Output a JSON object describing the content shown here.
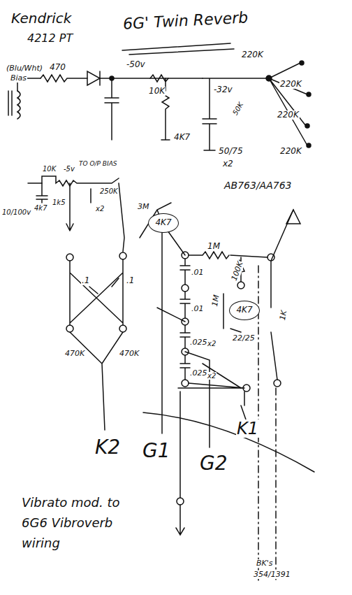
{
  "diagram": {
    "title": "6G' Twin Reverb",
    "nodes": [
      {
        "text": [
          "4K7"
        ]
      },
      {
        "text": [
          "4K7"
        ]
      }
    ],
    "labels": [
      "Kendrick",
      "4212 PT",
      "(Blu/Wht)",
      "Bias",
      "470",
      "-50v",
      "10K",
      "4K7",
      "-32v",
      "50/75",
      "x2",
      "50K",
      "220K",
      "220K",
      "220K",
      "220K",
      "10K",
      "-5v",
      "TO O/P BIAS",
      "250K",
      "10/100v",
      "4k7",
      "1k5",
      "x2",
      "AB763/AA763",
      ".1",
      ".1",
      "470K",
      "470K",
      "K2",
      "3M",
      "1M",
      ".01",
      "100K",
      ".01",
      "1M",
      "22/25",
      "1K",
      ".025",
      "x2",
      ".025",
      "x2",
      "K1",
      "G1",
      "G2",
      "Vibrato mod. to 6G6 Vibroverb wiring",
      "BK's",
      "354/1391"
    ]
  }
}
